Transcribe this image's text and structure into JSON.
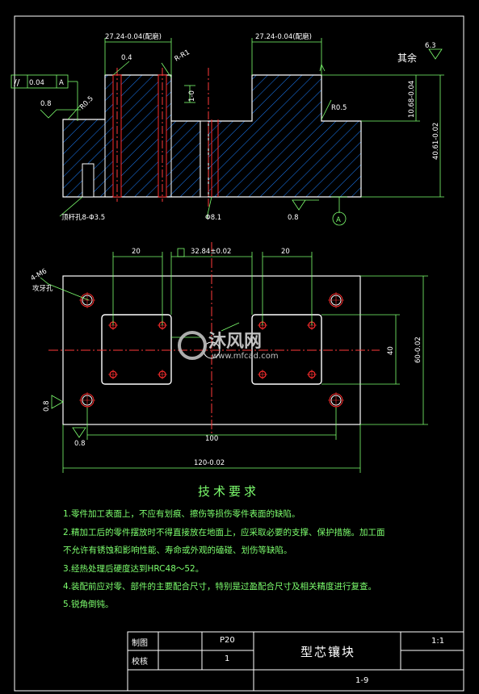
{
  "dims": {
    "top_left_width": "27.24-0.04(配磨)",
    "top_right_width": "27.24-0.04(配磨)",
    "upper_slot_mark": "0.4",
    "radius_small": "R-R1",
    "edge_tol": "1-0",
    "parallel_value": "0.04",
    "parallel_datum": "A",
    "left_rough_value": "0.8",
    "chamfer_left": "R0.5",
    "rest_roughness_label": "其余",
    "rest_roughness_value": "6.3",
    "height_step": "10.68-0.04",
    "chamfer_right": "R0.5",
    "total_height": "40.61-0.02",
    "pin_note": "顶杆孔8-Φ3.5",
    "center_hole": "Φ8.1",
    "bottom_rough": "0.8",
    "datum_label": "A",
    "plan_left_width": "20",
    "plan_center_width": "32.84±0.02",
    "plan_right_width": "20",
    "thread_note": "4-M6",
    "thread_note2": "攻牙孔",
    "plan_inner_height": "40",
    "plan_total_height": "60-0.02",
    "side_rough": "0.8",
    "bottom_rough2": "0.8",
    "hole_spacing": "100",
    "plan_total_width": "120-0.02"
  },
  "watermark": {
    "brand": "沐风网",
    "url": "www.mfcad.com"
  },
  "notes": {
    "title": "技术要求",
    "items": [
      "1.零件加工表面上，不应有划痕、擦伤等损伤零件表面的缺陷。",
      "2.精加工后的零件摆放时不得直接放在地面上，应采取必要的支撑、保护措施。加工面",
      "不允许有锈蚀和影响性能、寿命或外观的磕碰、划伤等缺陷。",
      "3.经热处理后硬度达到HRC48～52。",
      "4.装配前应对零、部件的主要配合尺寸，特别是过盈配合尺寸及相关精度进行复查。",
      "5.锐角倒钝。"
    ]
  },
  "title_block": {
    "drawn_label": "制图",
    "checked_label": "校核",
    "drawn_value": "P20",
    "checked_value": "1",
    "part_name": "型芯镶块",
    "scale": "1:1",
    "drawing_no": "1-9"
  },
  "colors": {
    "outline": "#ffffff",
    "dimension": "#7dff6e",
    "hidden": "#ff2a2a",
    "hatch": "#0b84ff",
    "center": "#ff3a3a"
  }
}
